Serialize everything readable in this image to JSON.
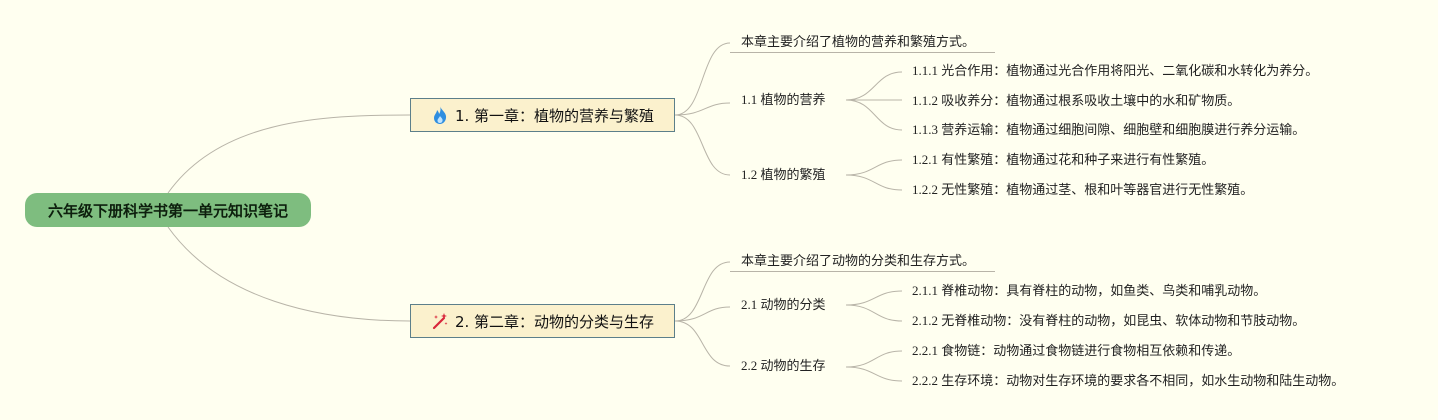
{
  "root": {
    "title": "六年级下册科学书第一单元知识笔记"
  },
  "chapters": [
    {
      "icon": "fire-icon",
      "title": "1. 第一章：植物的营养与繁殖",
      "summary": "本章主要介绍了植物的营养和繁殖方式。",
      "sections": [
        {
          "title": "1.1 植物的营养",
          "items": [
            "1.1.1 光合作用：植物通过光合作用将阳光、二氧化碳和水转化为养分。",
            "1.1.2 吸收养分：植物通过根系吸收土壤中的水和矿物质。",
            "1.1.3 营养运输：植物通过细胞间隙、细胞壁和细胞膜进行养分运输。"
          ]
        },
        {
          "title": "1.2 植物的繁殖",
          "items": [
            "1.2.1 有性繁殖：植物通过花和种子来进行有性繁殖。",
            "1.2.2 无性繁殖：植物通过茎、根和叶等器官进行无性繁殖。"
          ]
        }
      ]
    },
    {
      "icon": "magic-wand-icon",
      "title": "2. 第二章：动物的分类与生存",
      "summary": "本章主要介绍了动物的分类和生存方式。",
      "sections": [
        {
          "title": "2.1 动物的分类",
          "items": [
            "2.1.1 脊椎动物：具有脊柱的动物，如鱼类、鸟类和哺乳动物。",
            "2.1.2 无脊椎动物：没有脊柱的动物，如昆虫、软体动物和节肢动物。"
          ]
        },
        {
          "title": "2.2 动物的生存",
          "items": [
            "2.2.1 食物链：动物通过食物链进行食物相互依赖和传递。",
            "2.2.2 生存环境：动物对生存环境的要求各不相同，如水生动物和陆生动物。"
          ]
        }
      ]
    }
  ]
}
